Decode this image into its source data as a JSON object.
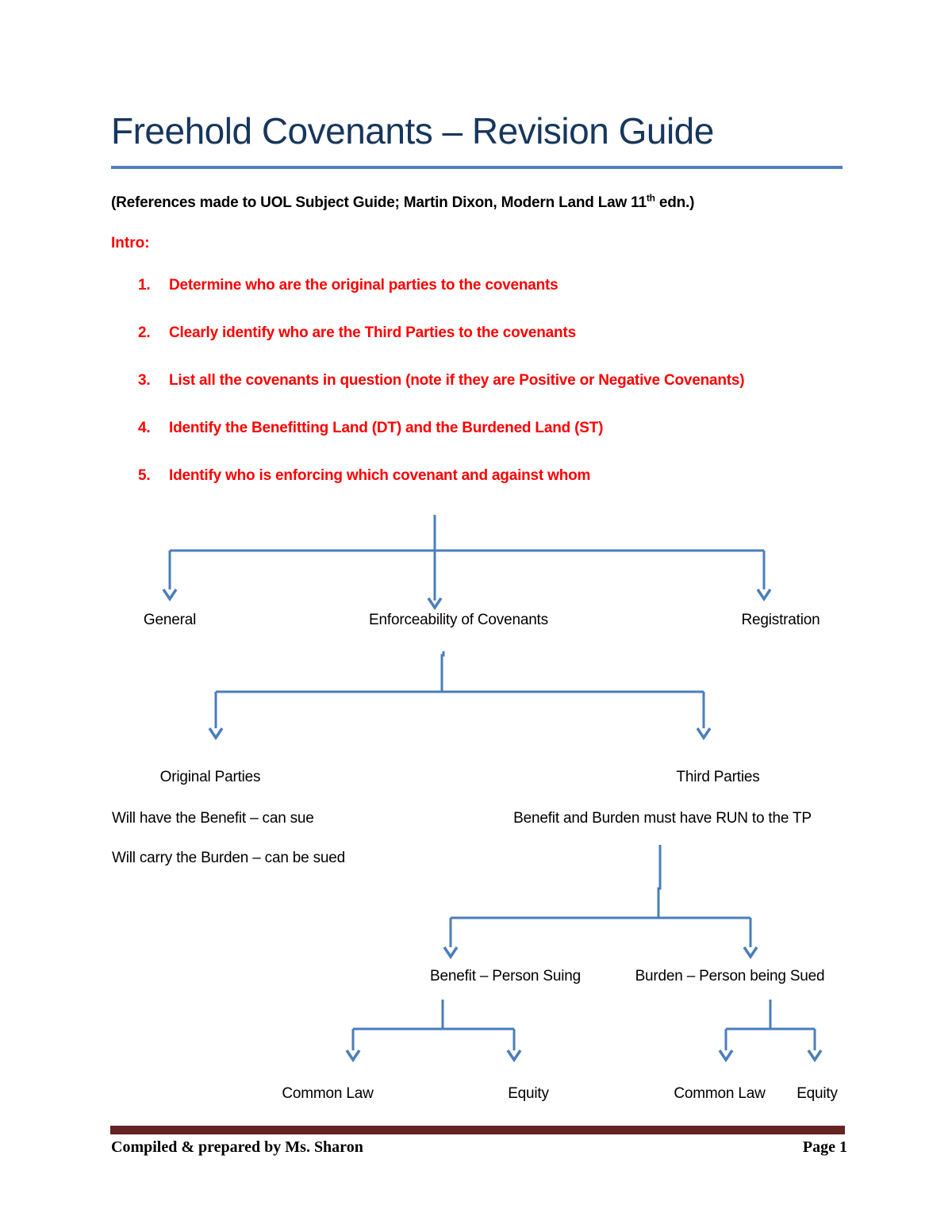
{
  "page_title": "Freehold Covenants – Revision Guide",
  "reference": {
    "text": "(References made to UOL Subject Guide; Martin Dixon, Modern Land Law 11",
    "superscript": "th",
    "suffix": " edn.)"
  },
  "intro_heading": "Intro:",
  "intro_steps": [
    {
      "number": "1.",
      "text": "Determine who are the original parties to the covenants"
    },
    {
      "number": "2.",
      "text": "Clearly identify who are the Third Parties to the covenants"
    },
    {
      "number": "3.",
      "text": "List all the covenants in question (note if they are Positive or Negative Covenants)"
    },
    {
      "number": "4.",
      "text": "Identify the Benefitting Land (DT) and the Burdened Land (ST)"
    },
    {
      "number": "5.",
      "text": "Identify who is enforcing which covenant and against whom"
    }
  ],
  "flowchart": {
    "root_branches": {
      "left": "General",
      "center": "Enforceability of Covenants",
      "right": "Registration"
    },
    "parties": {
      "original": {
        "title": "Original Parties",
        "notes": [
          "Will have the Benefit – can sue",
          "Will carry the Burden – can be sued"
        ]
      },
      "third": {
        "title": "Third Parties",
        "note": "Benefit and Burden must have RUN to the TP"
      }
    },
    "run_branches": {
      "left": "Benefit – Person Suing",
      "right": "Burden – Person being Sued"
    },
    "leaves": {
      "benefit_common_law": "Common Law",
      "benefit_equity": "Equity",
      "burden_common_law": "Common Law",
      "burden_equity": "Equity"
    }
  },
  "footer": {
    "author": "Compiled & prepared by Ms. Sharon",
    "page": "Page 1"
  },
  "colors": {
    "title_text": "#17365d",
    "title_rule": "#4f81bd",
    "list_text": "#ff0000",
    "connector": "#4a7ebb",
    "footer_bar": "#632423",
    "body_text": "#000000"
  }
}
